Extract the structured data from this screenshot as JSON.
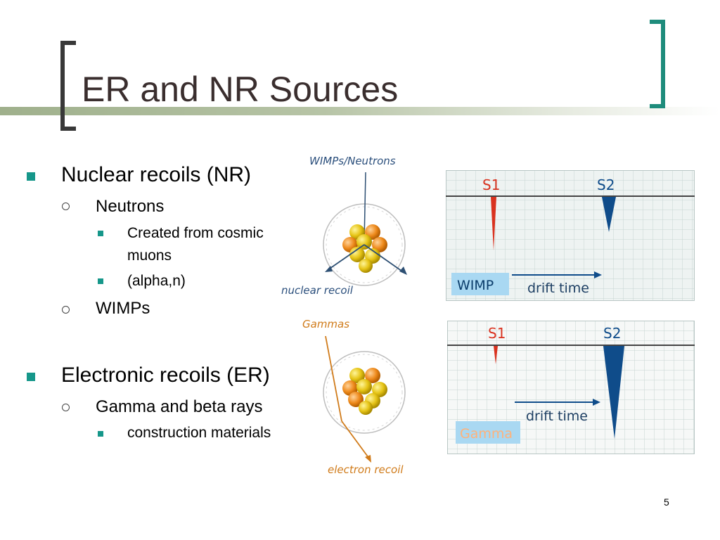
{
  "slide": {
    "title": "ER and NR Sources",
    "page_number": "5"
  },
  "bullets": {
    "nr": {
      "label": "Nuclear recoils (NR)",
      "neutrons": {
        "label": "Neutrons",
        "items": [
          "Created from cosmic muons",
          "(alpha,n)"
        ]
      },
      "wimps": {
        "label": "WIMPs"
      }
    },
    "er": {
      "label": "Electronic recoils (ER)",
      "gamma_beta": {
        "label": "Gamma and beta rays",
        "items": [
          "construction materials"
        ]
      }
    }
  },
  "figures": {
    "nr_atom": {
      "incoming_label": "WIMPs/Neutrons",
      "outgoing_label": "nuclear recoil"
    },
    "er_atom": {
      "incoming_label": "Gammas",
      "outgoing_label": "electron recoil"
    },
    "wimp_plot": {
      "s1": "S1",
      "s2": "S2",
      "tag": "WIMP",
      "axis": "drift time",
      "tag_color": "#0b3d6b",
      "s1_color": "#d9321f",
      "s2_color": "#0f4c8a",
      "s1_size": "small",
      "s2_size": "small"
    },
    "gamma_plot": {
      "s1": "S1",
      "s2": "S2",
      "tag": "Gamma",
      "axis": "drift time",
      "tag_color": "#ffb27a",
      "s1_color": "#d9321f",
      "s2_color": "#0f4c8a",
      "s1_size": "small",
      "s2_size": "large"
    }
  }
}
